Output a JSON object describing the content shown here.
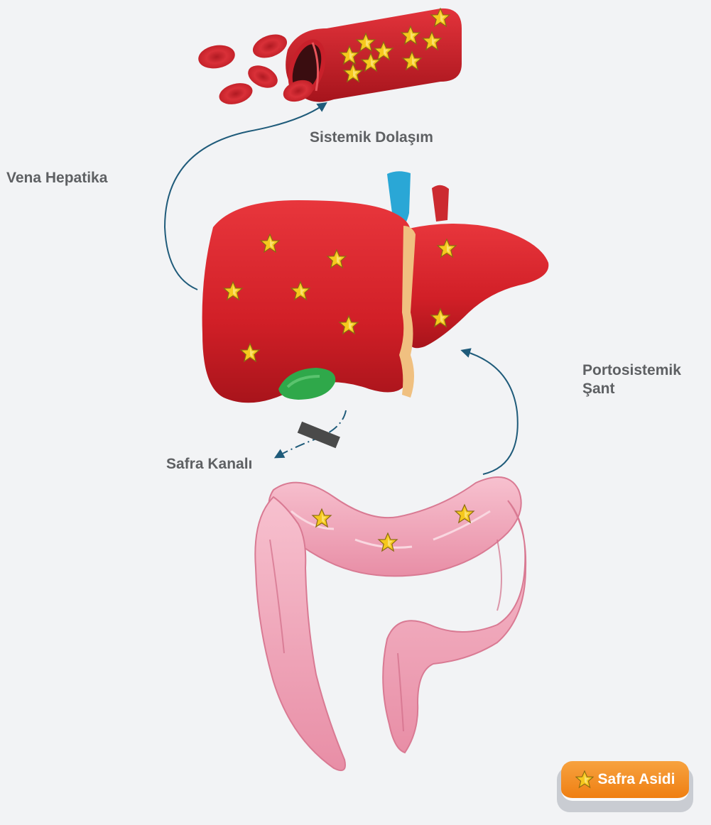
{
  "labels": {
    "systemic": "Sistemik Dolaşım",
    "hepatic_vein": "Vena Hepatika",
    "portosystemic_line1": "Portosistemik",
    "portosystemic_line2": "Şant",
    "bile_duct": "Safra Kanalı"
  },
  "legend": {
    "icon": "star-icon",
    "label": "Safra Asidi"
  },
  "colors": {
    "liver": "#d8232a",
    "vessel": "#c8202a",
    "colon": "#f2a9bc",
    "gallbladder": "#2fa84a",
    "arrow": "#1f5b7a",
    "star": "#f4c318",
    "legend": "#f28c1c"
  },
  "icons": [
    "star-icon",
    "arrow-icon",
    "blocked-duct-icon"
  ]
}
